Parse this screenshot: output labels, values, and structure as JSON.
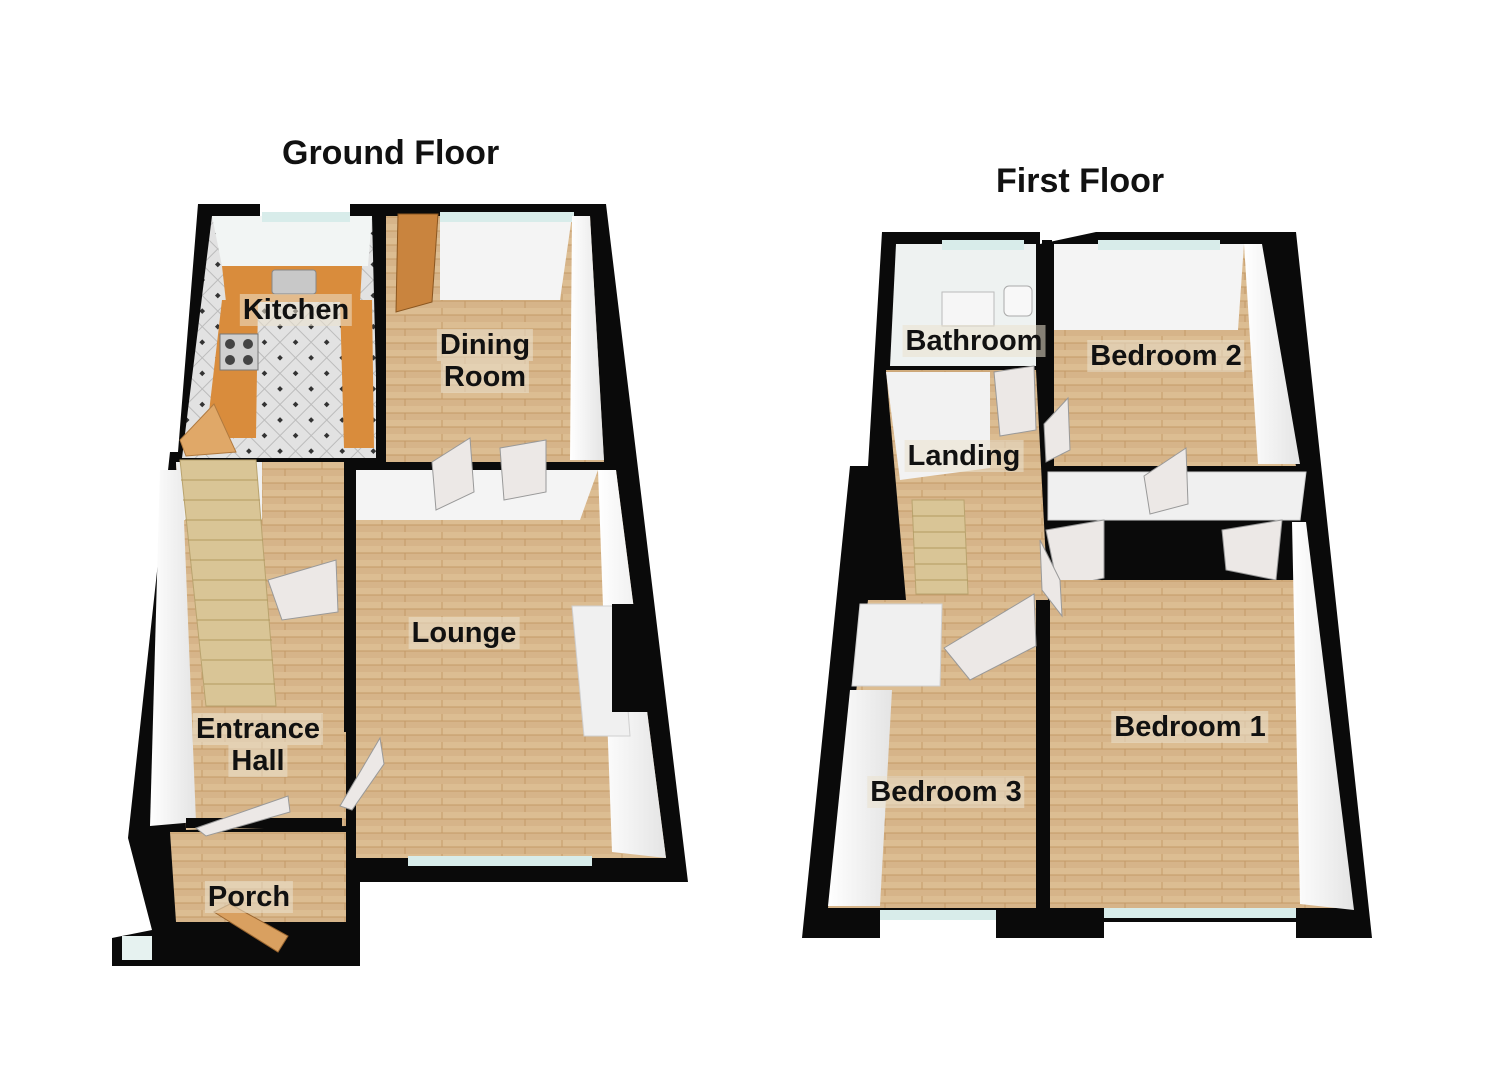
{
  "floors": {
    "ground": {
      "title": "Ground Floor",
      "rooms": {
        "kitchen": "Kitchen",
        "dining_line1": "Dining",
        "dining_line2": "Room",
        "lounge": "Lounge",
        "entrance_line1": "Entrance",
        "entrance_line2": "Hall",
        "porch": "Porch"
      }
    },
    "first": {
      "title": "First Floor",
      "rooms": {
        "bathroom": "Bathroom",
        "bedroom2": "Bedroom 2",
        "landing": "Landing",
        "bedroom1": "Bedroom 1",
        "bedroom3": "Bedroom 3"
      }
    }
  },
  "colors": {
    "wall": "#0a0a0a",
    "wood_floor": "#d6b489",
    "wood_dark": "#c49a68",
    "tile_floor": "#dcdcdc",
    "counter": "#d98c3c",
    "inner_wall": "#f4f4f4",
    "stairs": "#d9c596",
    "door": "#ece8e6",
    "window": "#d8ecea"
  }
}
